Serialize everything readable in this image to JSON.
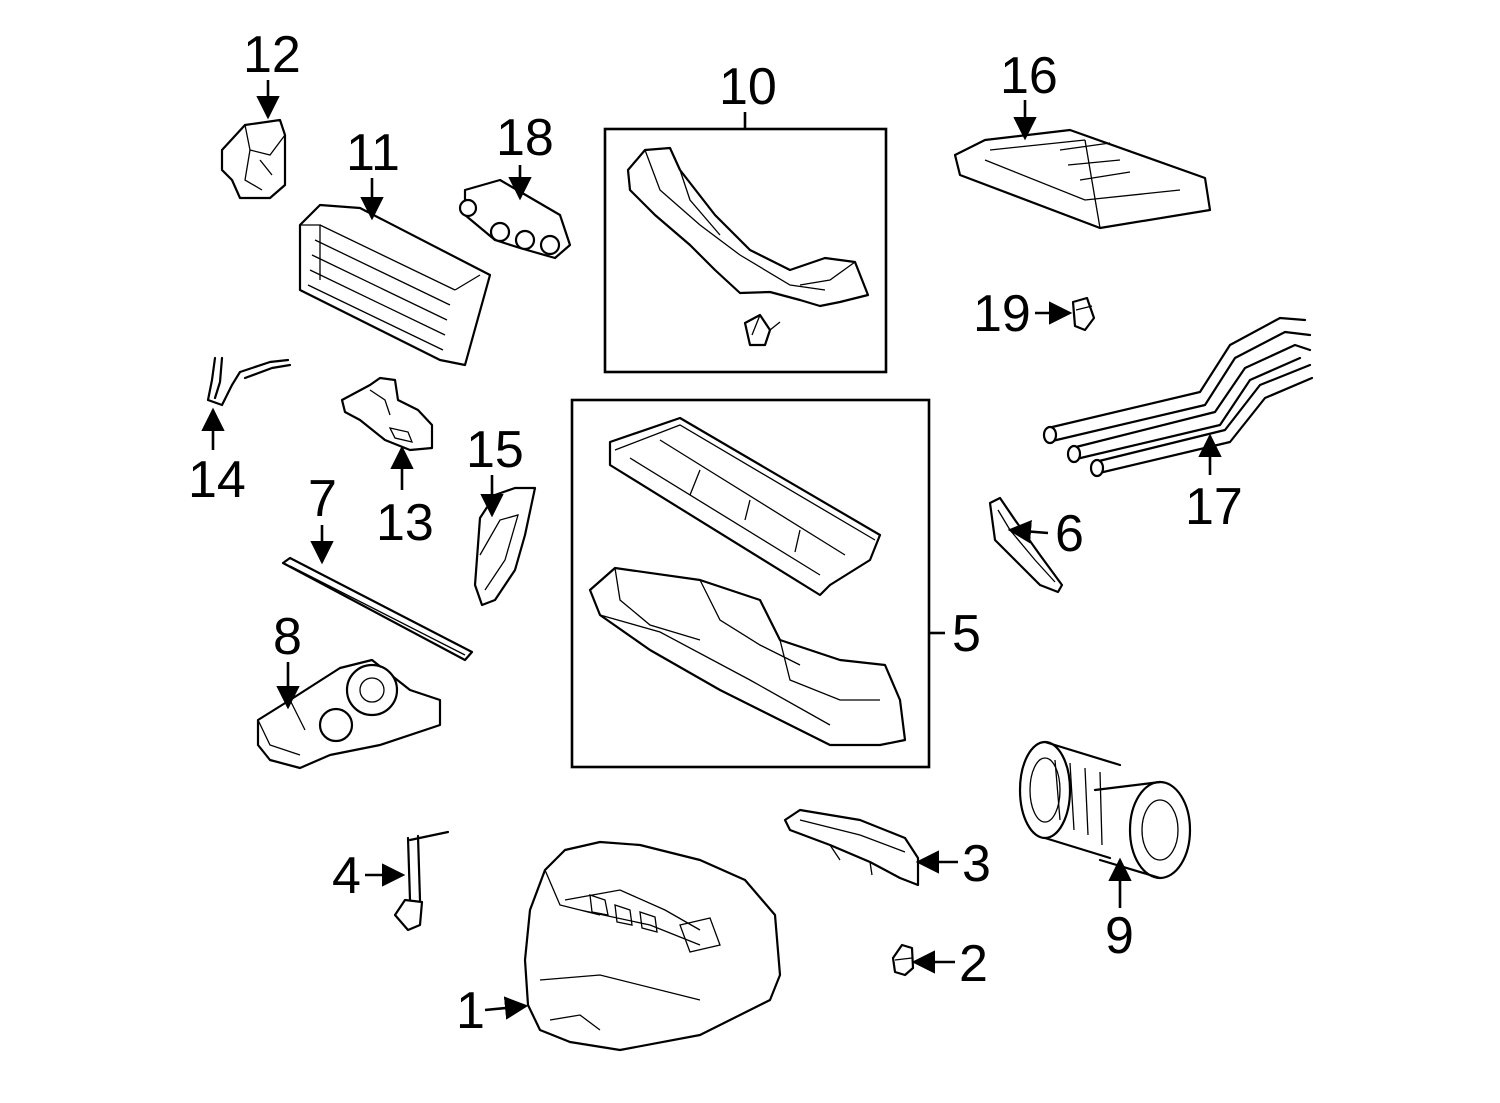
{
  "diagram": {
    "callouts": {
      "c1": "1",
      "c2": "2",
      "c3": "3",
      "c4": "4",
      "c5": "5",
      "c6": "6",
      "c7": "7",
      "c8": "8",
      "c9": "9",
      "c10": "10",
      "c11": "11",
      "c12": "12",
      "c13": "13",
      "c14": "14",
      "c15": "15",
      "c16": "16",
      "c17": "17",
      "c18": "18",
      "c19": "19"
    }
  }
}
